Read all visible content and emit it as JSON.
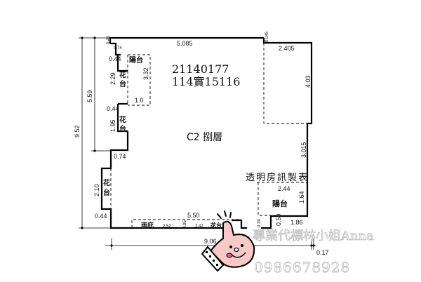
{
  "case_numbers": {
    "line1": "21140177",
    "line2": "114實15116"
  },
  "unit_label": "C2 捌層",
  "dimensions": {
    "total_height": "9.52",
    "upper_height": "5.59",
    "top_width": "5.085",
    "top_notch": "0.45",
    "top_left_step": "0.74",
    "balcony_ne_notch": "0.045",
    "balcony_ne_width": "2.405",
    "balcony_ne_height": "4.03",
    "right_wall": "3.015",
    "balcony_nw_height": "3.32",
    "balcony_nw_width": "1.0",
    "planter1_depth": "0.44",
    "planter1_height": "2.29",
    "planter2_depth": "0.44",
    "planter2_height": "1.95",
    "left_step": "0.74",
    "planter3_height": "2.10",
    "planter3_depth": "0.44",
    "canopy_width": "5.50",
    "canopy_seg1": "2.52",
    "canopy_seg2": "0.95",
    "canopy_seg3": "2.42",
    "balcony_se_width": "2.44",
    "balcony_se_height": "1.64",
    "bottom_right": "1.86",
    "notch_a": "0.39",
    "notch_b": "0.59",
    "total_width": "9.06",
    "right_offset": "0.17"
  },
  "labels": {
    "balcony": "陽台",
    "planter_top": "花",
    "planter_bottom": "台",
    "canopy": "雨庇",
    "planter_small": "花台",
    "balcony_se": "陽台"
  },
  "maker": "透明房訊製表",
  "watermark": {
    "line1": "專業代標林小姐Anna",
    "line2": "0986678928"
  },
  "mascot_icon": "thumbs-up-mascot"
}
